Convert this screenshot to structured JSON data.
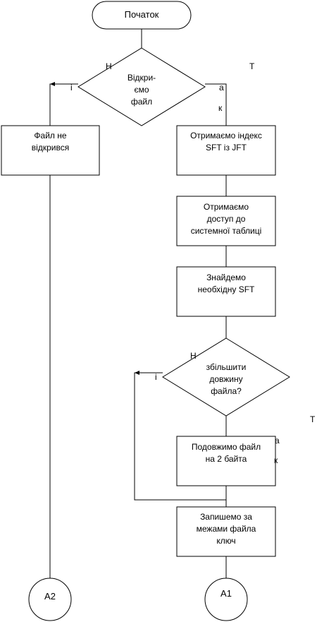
{
  "nodes": {
    "start": "Початок",
    "cond_open": [
      "Відкри-",
      "ємо",
      "файл"
    ],
    "fail": [
      "Файл не",
      "відкрився"
    ],
    "get_index": [
      "Отримаємо індекс",
      "SFT із JFT"
    ],
    "get_access": [
      "Отримаємо",
      "доступ до",
      "системної таблиці"
    ],
    "find_sft": [
      "Знайдемо",
      "необхідну SFT"
    ],
    "cond_grow": [
      "збільшити",
      "довжину",
      "файла?"
    ],
    "extend": [
      "Подовжимо файл",
      "на 2 байта"
    ],
    "write_key": [
      "Запишемо за",
      "межами файла",
      "ключ"
    ],
    "conn_a2": "А2",
    "conn_a1": "А1"
  },
  "branch_labels": {
    "open_no": [
      "Н",
      "і"
    ],
    "open_yes": [
      "Т",
      "а",
      "к"
    ],
    "grow_no": [
      "Н",
      "і"
    ],
    "grow_yes": [
      "Т",
      "а",
      "к"
    ]
  }
}
